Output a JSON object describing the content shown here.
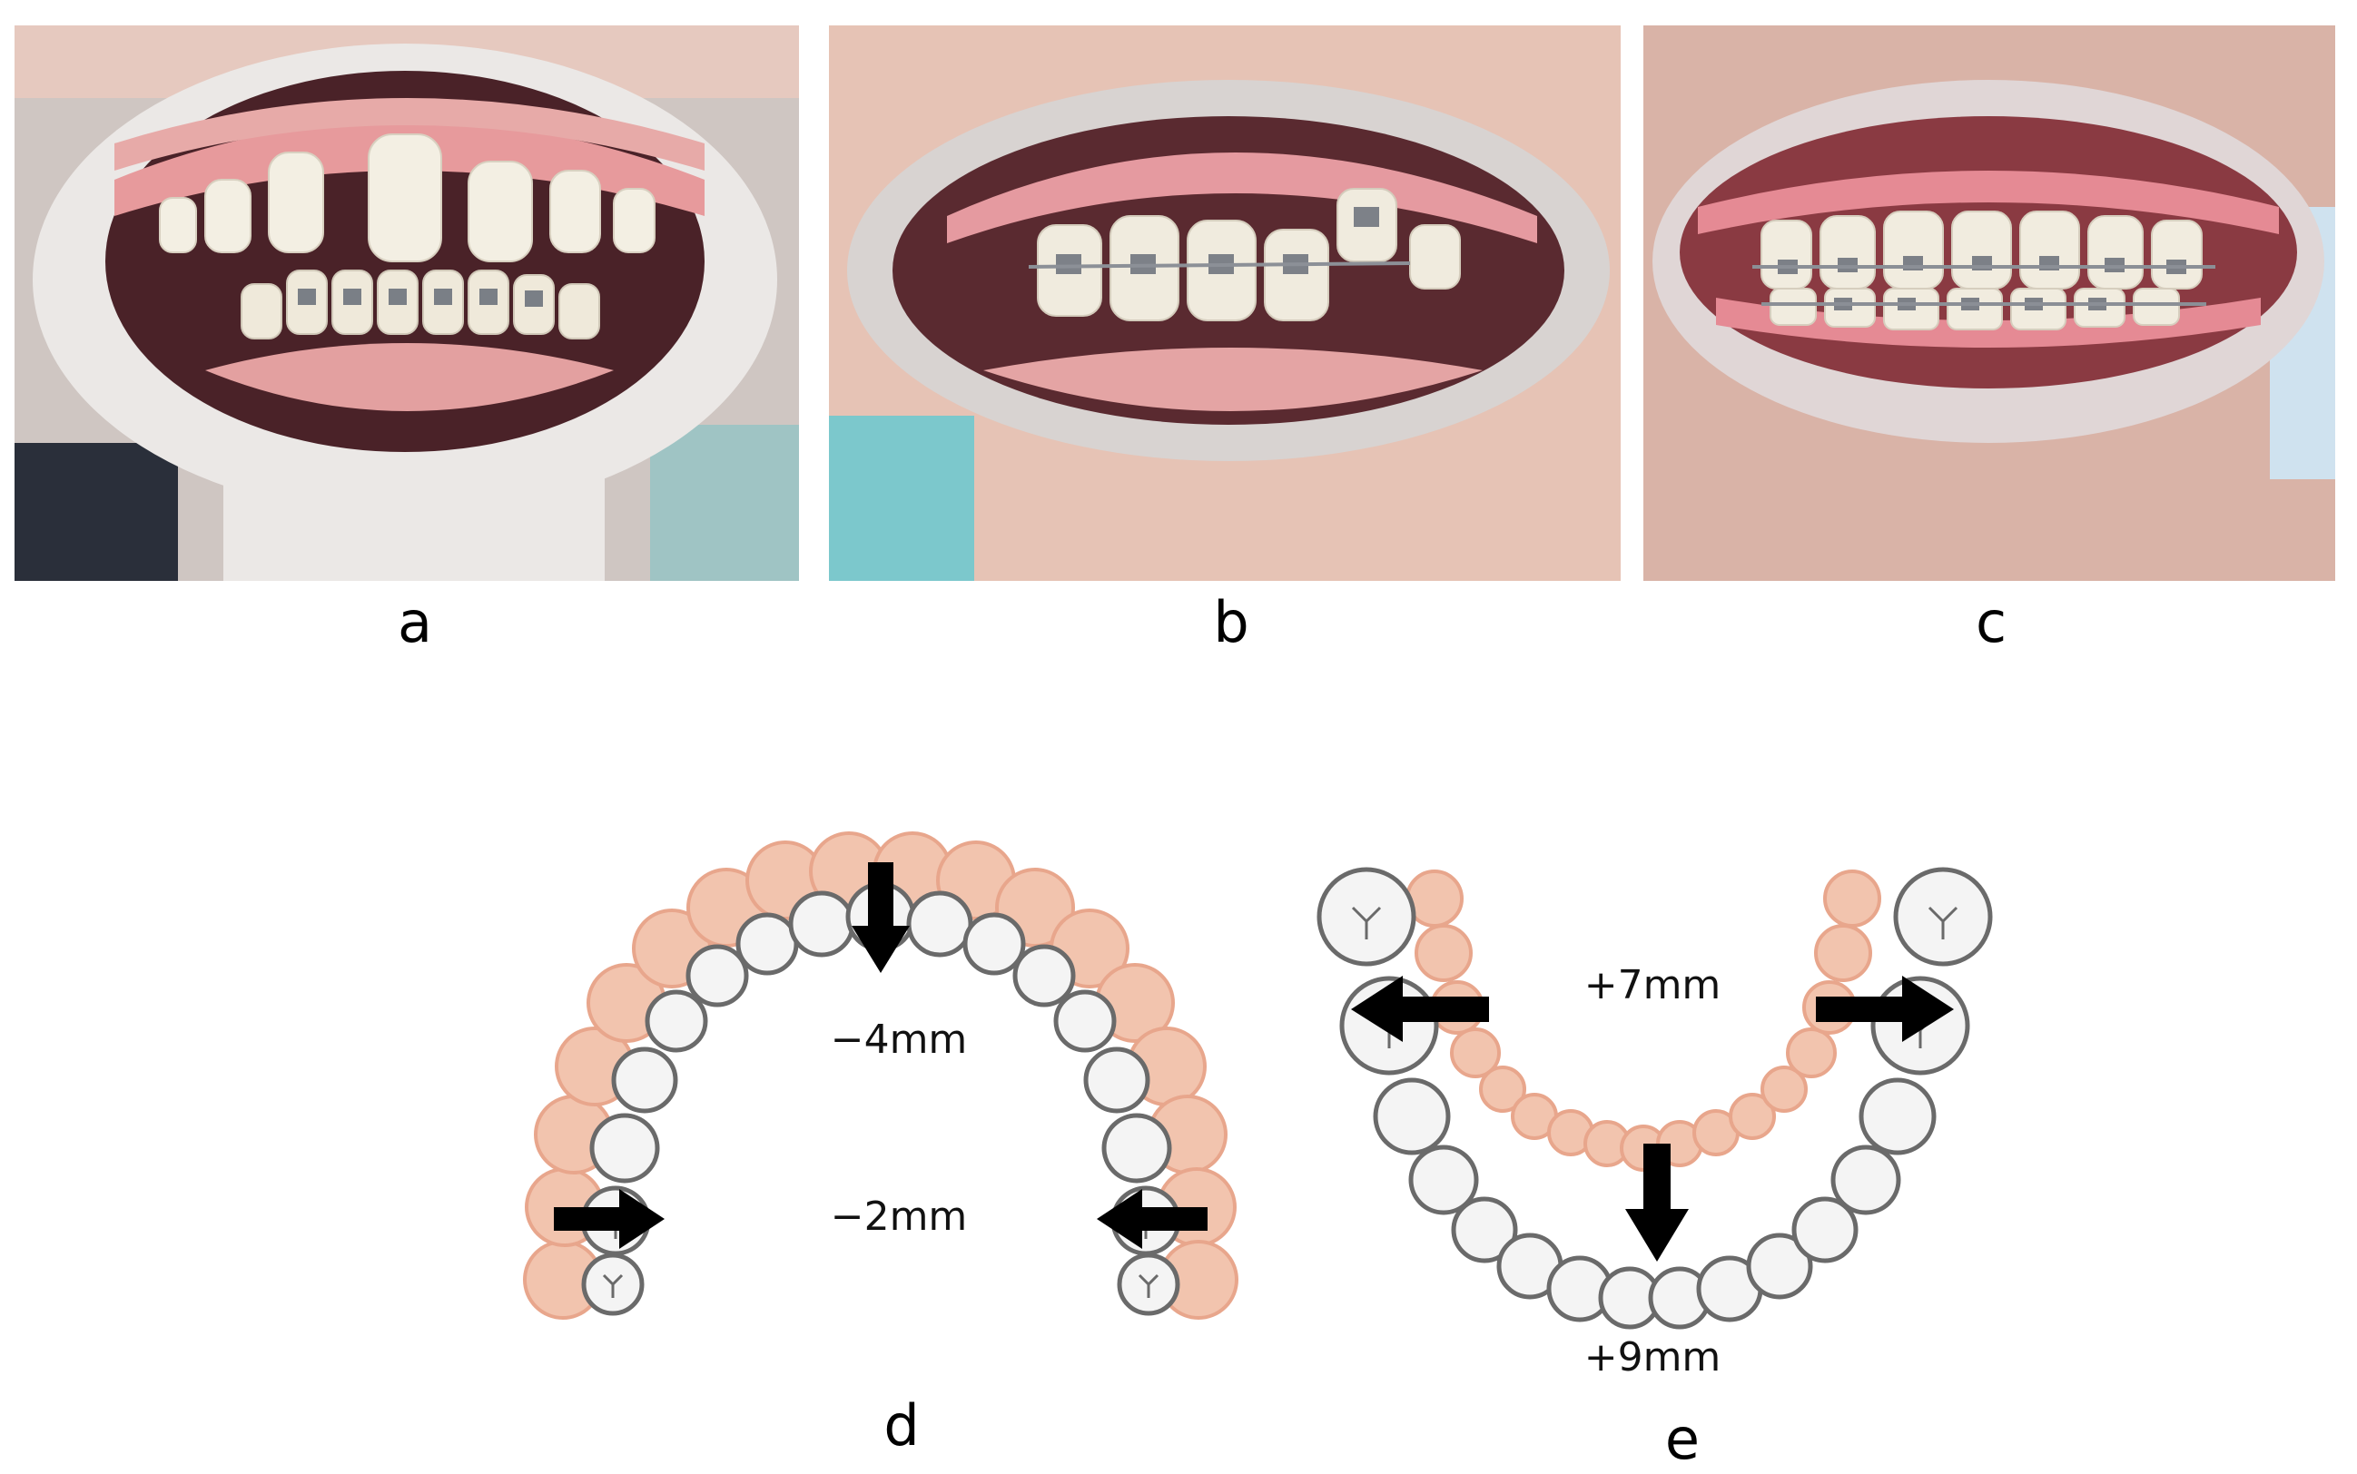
{
  "panels": {
    "a": {
      "label": "a"
    },
    "b": {
      "label": "b"
    },
    "c": {
      "label": "c"
    },
    "d": {
      "label": "d",
      "measurements": [
        "−4mm",
        "−2mm"
      ]
    },
    "e": {
      "label": "e",
      "measurements": [
        "+7mm",
        "+9mm"
      ]
    }
  },
  "colors": {
    "gum": "#e8a0a0",
    "lip": "#e7aaa8",
    "retractor": "#e9e6e4",
    "mouth_dark": "#3a1e22",
    "tooth": "#f3efe6",
    "upper_arch_fill": "#f2c4ae",
    "lower_arch_fill": "#f2f2f2",
    "arch_stroke": "#6a6a6a",
    "arrow": "#000000"
  },
  "icons": {
    "arrow": "arrow-icon"
  }
}
